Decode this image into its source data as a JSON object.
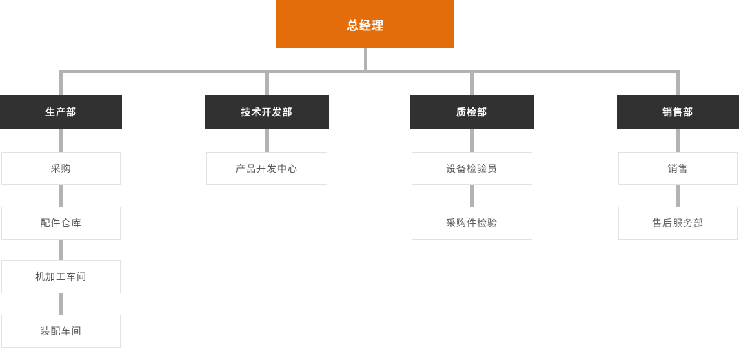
{
  "chart": {
    "title": "org-structure-chart",
    "root": {
      "label": "总经理"
    },
    "columns": [
      {
        "dept": "生产部",
        "children": [
          "采购",
          "配件仓库",
          "机加工车间",
          "装配车间"
        ]
      },
      {
        "dept": "技术开发部",
        "children": [
          "产品开发中心"
        ]
      },
      {
        "dept": "质检部",
        "children": [
          "设备检验员",
          "采购件检验"
        ]
      },
      {
        "dept": "销售部",
        "children": [
          "销售",
          "售后服务部"
        ]
      }
    ],
    "colors": {
      "root_bg": "#e26d0a",
      "root_text": "#ffffff",
      "dept_bg": "#313131",
      "dept_text": "#ffffff",
      "child_border": "#e2e2e2",
      "child_text": "#595959",
      "connector": "#b3b3b3"
    }
  }
}
